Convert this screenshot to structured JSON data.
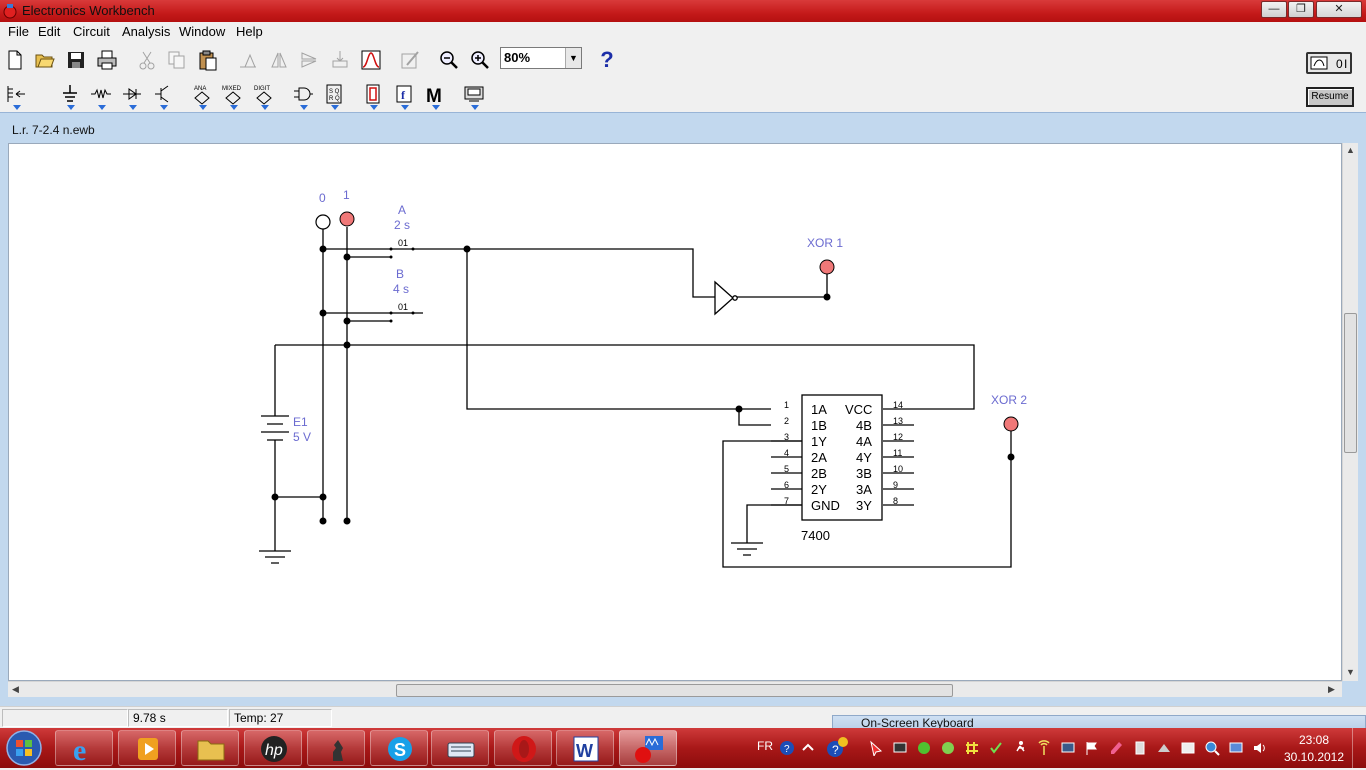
{
  "window": {
    "title": "Electronics Workbench"
  },
  "menu": {
    "items": [
      "File",
      "Edit",
      "Circuit",
      "Analysis",
      "Window",
      "Help"
    ]
  },
  "toolbar": {
    "zoom_value": "80%",
    "help_label": "?",
    "resume_label": "Resume",
    "parts_bins": [
      "sources",
      "basic",
      "diodes",
      "transistors",
      "ana",
      "mixed",
      "digit",
      "logic-gates",
      "digital",
      "indicators",
      "controls",
      "miscellaneous",
      "instruments"
    ]
  },
  "document": {
    "title": "L.r. 7-2.4 n.ewb",
    "circuit": {
      "probe_labels": [
        "0",
        "1"
      ],
      "switch_a": {
        "name": "A",
        "delay": "2 s",
        "tag": "01"
      },
      "switch_b": {
        "name": "B",
        "delay": "4 s",
        "tag": "01"
      },
      "battery": {
        "name": "E1",
        "value": "5 V"
      },
      "probe_xor1": "XOR 1",
      "probe_xor2": "XOR 2",
      "chip": {
        "name": "7400",
        "left_pins": [
          {
            "num": "1",
            "name": "1A"
          },
          {
            "num": "2",
            "name": "1B"
          },
          {
            "num": "3",
            "name": "1Y"
          },
          {
            "num": "4",
            "name": "2A"
          },
          {
            "num": "5",
            "name": "2B"
          },
          {
            "num": "6",
            "name": "2Y"
          },
          {
            "num": "7",
            "name": "GND"
          }
        ],
        "right_pins": [
          {
            "num": "14",
            "name": "VCC"
          },
          {
            "num": "13",
            "name": "4B"
          },
          {
            "num": "12",
            "name": "4A"
          },
          {
            "num": "11",
            "name": "4Y"
          },
          {
            "num": "10",
            "name": "3B"
          },
          {
            "num": "9",
            "name": "3A"
          },
          {
            "num": "8",
            "name": "3Y"
          }
        ]
      }
    }
  },
  "status": {
    "time": "9.78 s",
    "temp": "Temp:  27"
  },
  "osk_tab": "On-Screen Keyboard",
  "taskbar": {
    "language": "FR",
    "clock_time": "23:08",
    "clock_date": "30.10.2012",
    "apps": [
      "internet-explorer",
      "media-player",
      "file-explorer",
      "hp",
      "chess",
      "skype",
      "keyboard",
      "opera",
      "word",
      "electronics-workbench"
    ]
  },
  "colors": {
    "titlebar": "#c51a1a",
    "probe_on": "#f07878",
    "label": "#6b6bd0",
    "taskbar": "#a81818"
  }
}
